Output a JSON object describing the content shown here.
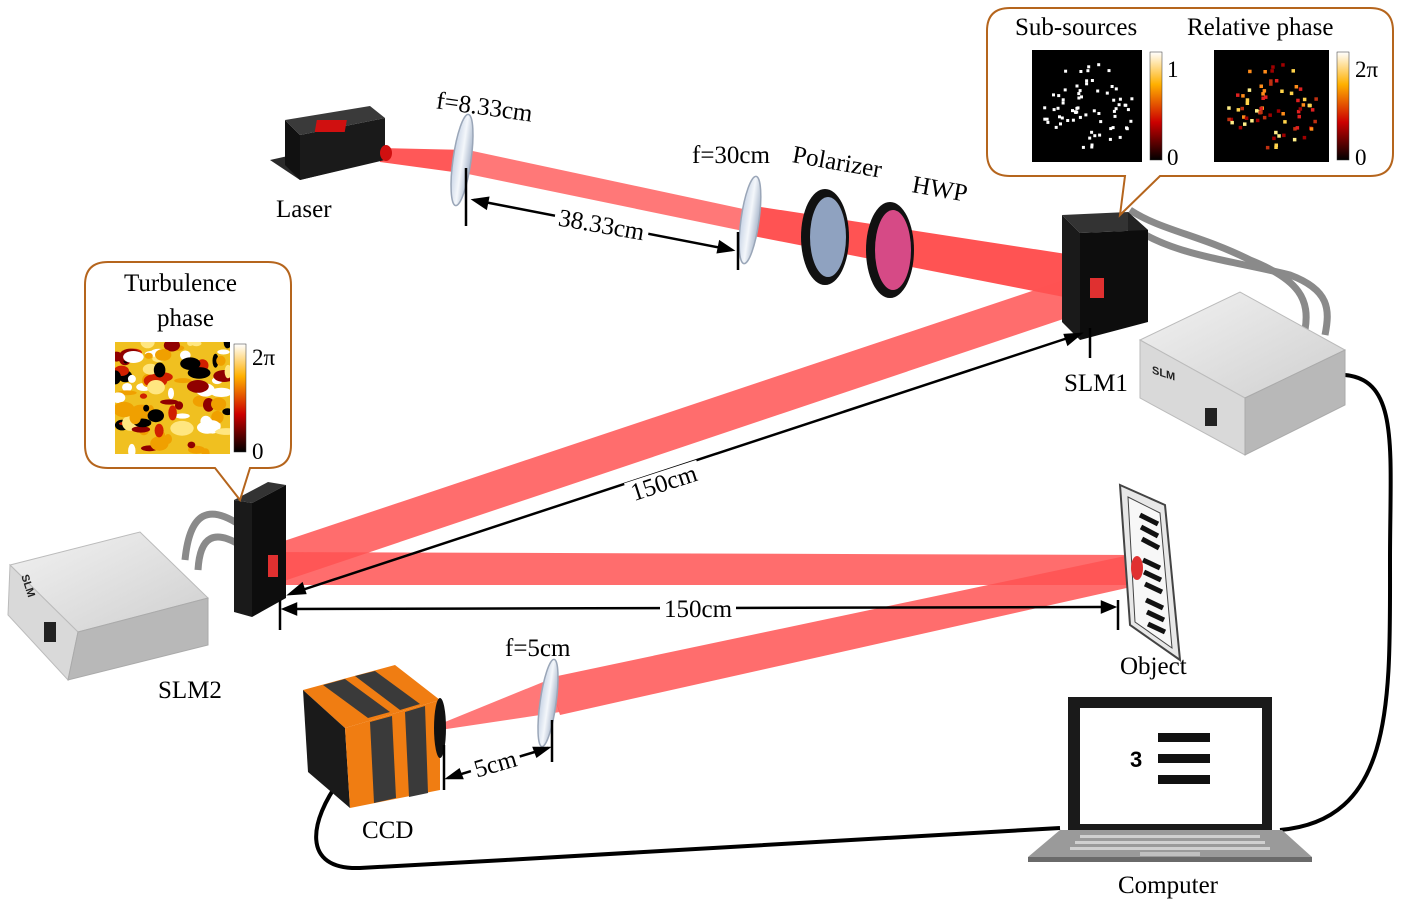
{
  "labels": {
    "laser": "Laser",
    "lens1_focal": "f=8.33cm",
    "lens2_focal": "f=30cm",
    "lens_distance": "38.33cm",
    "polarizer": "Polarizer",
    "hwp": "HWP",
    "slm1": "SLM1",
    "slm2": "SLM2",
    "distance_slm1_slm2": "150cm",
    "distance_slm2_object": "150cm",
    "object": "Object",
    "lens3_focal": "f=5cm",
    "ccd_distance": "5cm",
    "ccd": "CCD",
    "computer": "Computer"
  },
  "callouts": {
    "subsources": {
      "title": "Sub-sources",
      "cb_max": "1",
      "cb_min": "0"
    },
    "relative_phase": {
      "title": "Relative phase",
      "cb_max": "2π",
      "cb_min": "0"
    },
    "turbulence": {
      "title_line1": "Turbulence",
      "title_line2": "phase",
      "cb_max": "2π",
      "cb_min": "0"
    }
  },
  "device_text": {
    "slm_box_label": "SLM",
    "screen_number": "3"
  },
  "colors": {
    "beam": "#ff1a1a",
    "callout_border": "#b5651d",
    "ccd_orange": "#f07d12"
  }
}
